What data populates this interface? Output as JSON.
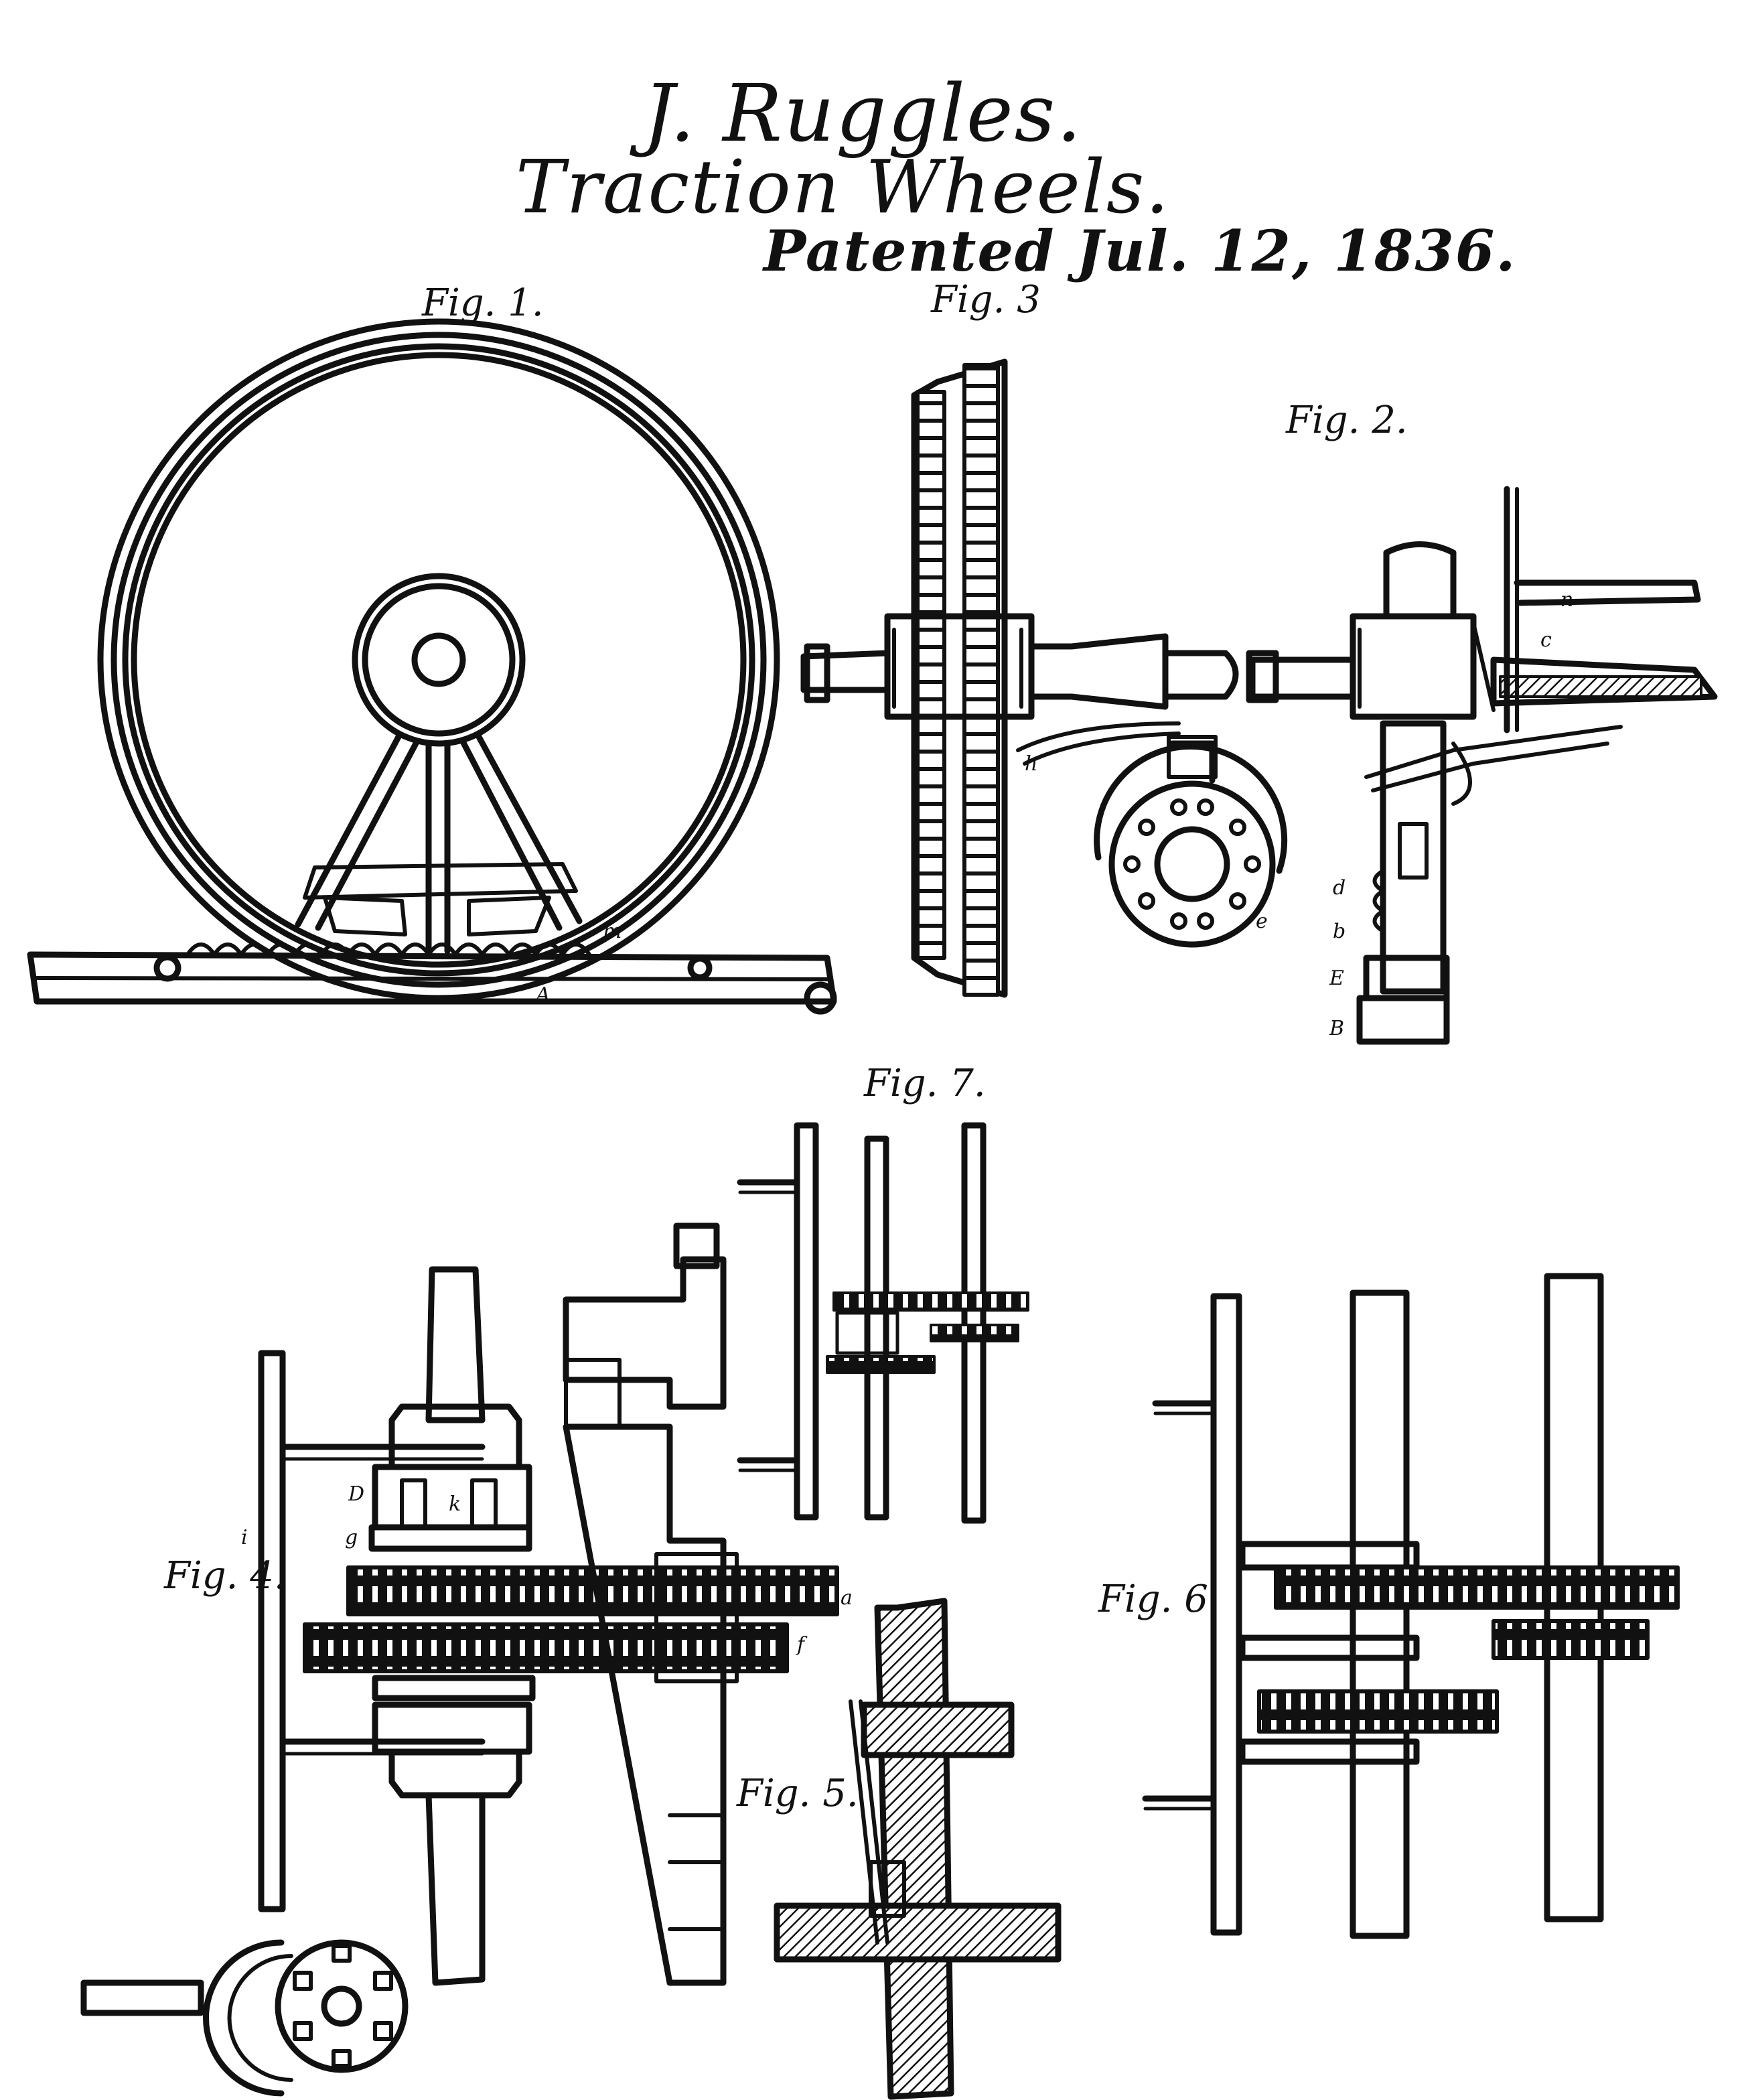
{
  "header": {
    "inventor": "J. Ruggles.",
    "invention": "Traction Wheels.",
    "patented": "Patented Jul. 12, 1836."
  },
  "figures": {
    "fig1": "Fig. 1.",
    "fig2": "Fig. 2.",
    "fig3": "Fig. 3",
    "fig4": "Fig. 4.",
    "fig5": "Fig. 5.",
    "fig6": "Fig. 6.",
    "fig7": "Fig. 7."
  },
  "reference_letters": {
    "a": "a",
    "b": "b",
    "c": "c",
    "d": "d",
    "e": "e",
    "f": "f",
    "g": "g",
    "i": "i",
    "k": "k",
    "m": "m",
    "n": "n",
    "h": "h",
    "B": "B",
    "D": "D",
    "E": "E",
    "A": "A"
  },
  "colors": {
    "ink": "#111111",
    "paper": "#ffffff"
  }
}
